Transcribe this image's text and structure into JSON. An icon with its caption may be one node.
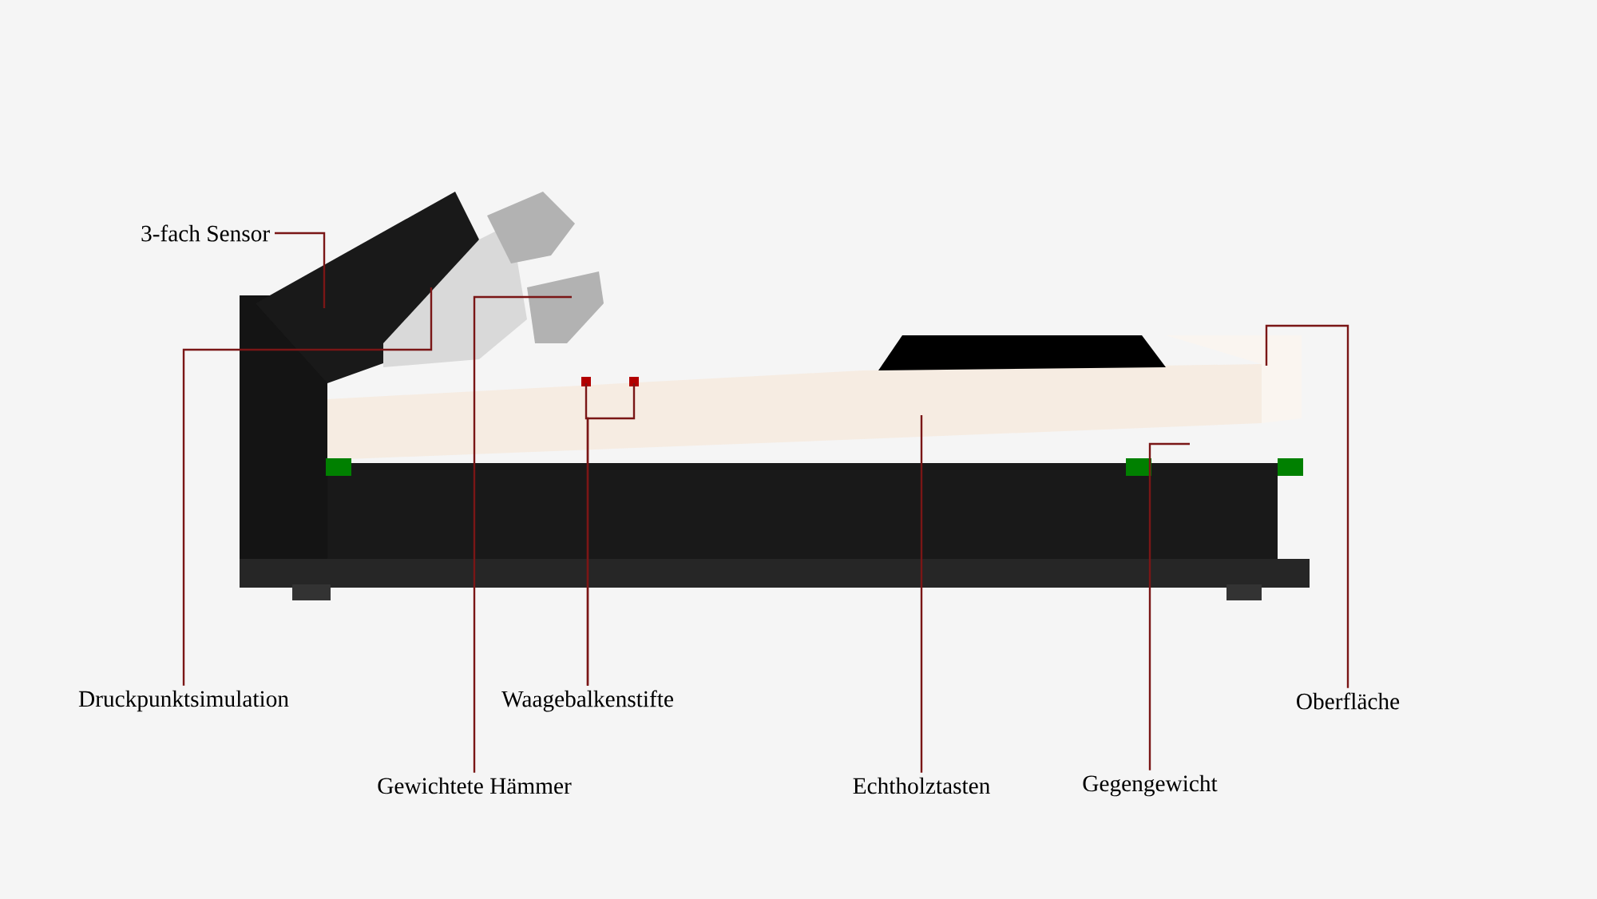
{
  "diagram": {
    "nodes": [
      {
        "text": [
          "3-fach Sensor"
        ]
      },
      {
        "text": [
          "Druckpunktsimulation"
        ]
      },
      {
        "text": [
          "Gewichtete Hämmer"
        ]
      },
      {
        "text": [
          "Waagebalkenstifte"
        ]
      },
      {
        "text": [
          "Echtholztasten"
        ]
      },
      {
        "text": [
          "Gegengewicht"
        ]
      },
      {
        "text": [
          "Oberfläche"
        ]
      }
    ],
    "edges": [
      {
        "from": 0,
        "to": null,
        "arrow": "none"
      },
      {
        "from": 1,
        "to": null,
        "arrow": "none"
      },
      {
        "from": 2,
        "to": null,
        "arrow": "none"
      },
      {
        "from": 3,
        "to": null,
        "arrow": "none"
      },
      {
        "from": 3,
        "to": null,
        "arrow": "none"
      },
      {
        "from": 4,
        "to": null,
        "arrow": "none"
      },
      {
        "from": 5,
        "to": null,
        "arrow": "none"
      },
      {
        "from": 6,
        "to": null,
        "arrow": "none"
      }
    ]
  }
}
